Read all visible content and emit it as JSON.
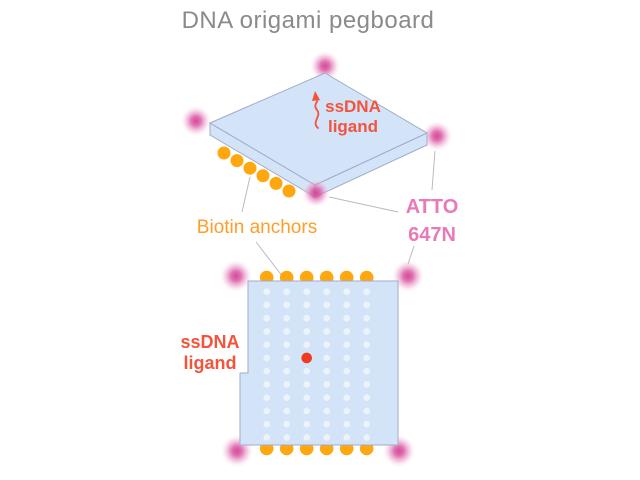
{
  "title": "DNA origami pegboard",
  "colors": {
    "title-gray": "#8a8a8a",
    "plate-blue": "#d3e4f8",
    "plate-stroke": "#a0abca",
    "grid-dot": "#edf3fb",
    "orange": "#ffa70f",
    "orange-text": "#ff9d26",
    "pink-core": "#d63d95",
    "pink-text": "#e87ab8",
    "red": "#f4533c",
    "red-dot": "#ee3a1f",
    "line-gray": "#bbbbbb"
  },
  "labels": {
    "ssdna_3d": {
      "line1": "ssDNA",
      "line2": "ligand"
    },
    "biotin": "Biotin anchors",
    "atto": {
      "line1": "ATTO",
      "line2": "647N"
    },
    "ssdna_2d": {
      "line1": "ssDNA",
      "line2": "ligand"
    }
  },
  "diagram": {
    "biotin_anchor_count_3d": 6,
    "biotin_anchor_count_2d_top": 6,
    "biotin_anchor_count_2d_bottom": 6,
    "fluorophore_count": 8,
    "grid_cols": 6,
    "grid_rows": 12,
    "red_dot_col": 3,
    "red_dot_row": 6
  }
}
